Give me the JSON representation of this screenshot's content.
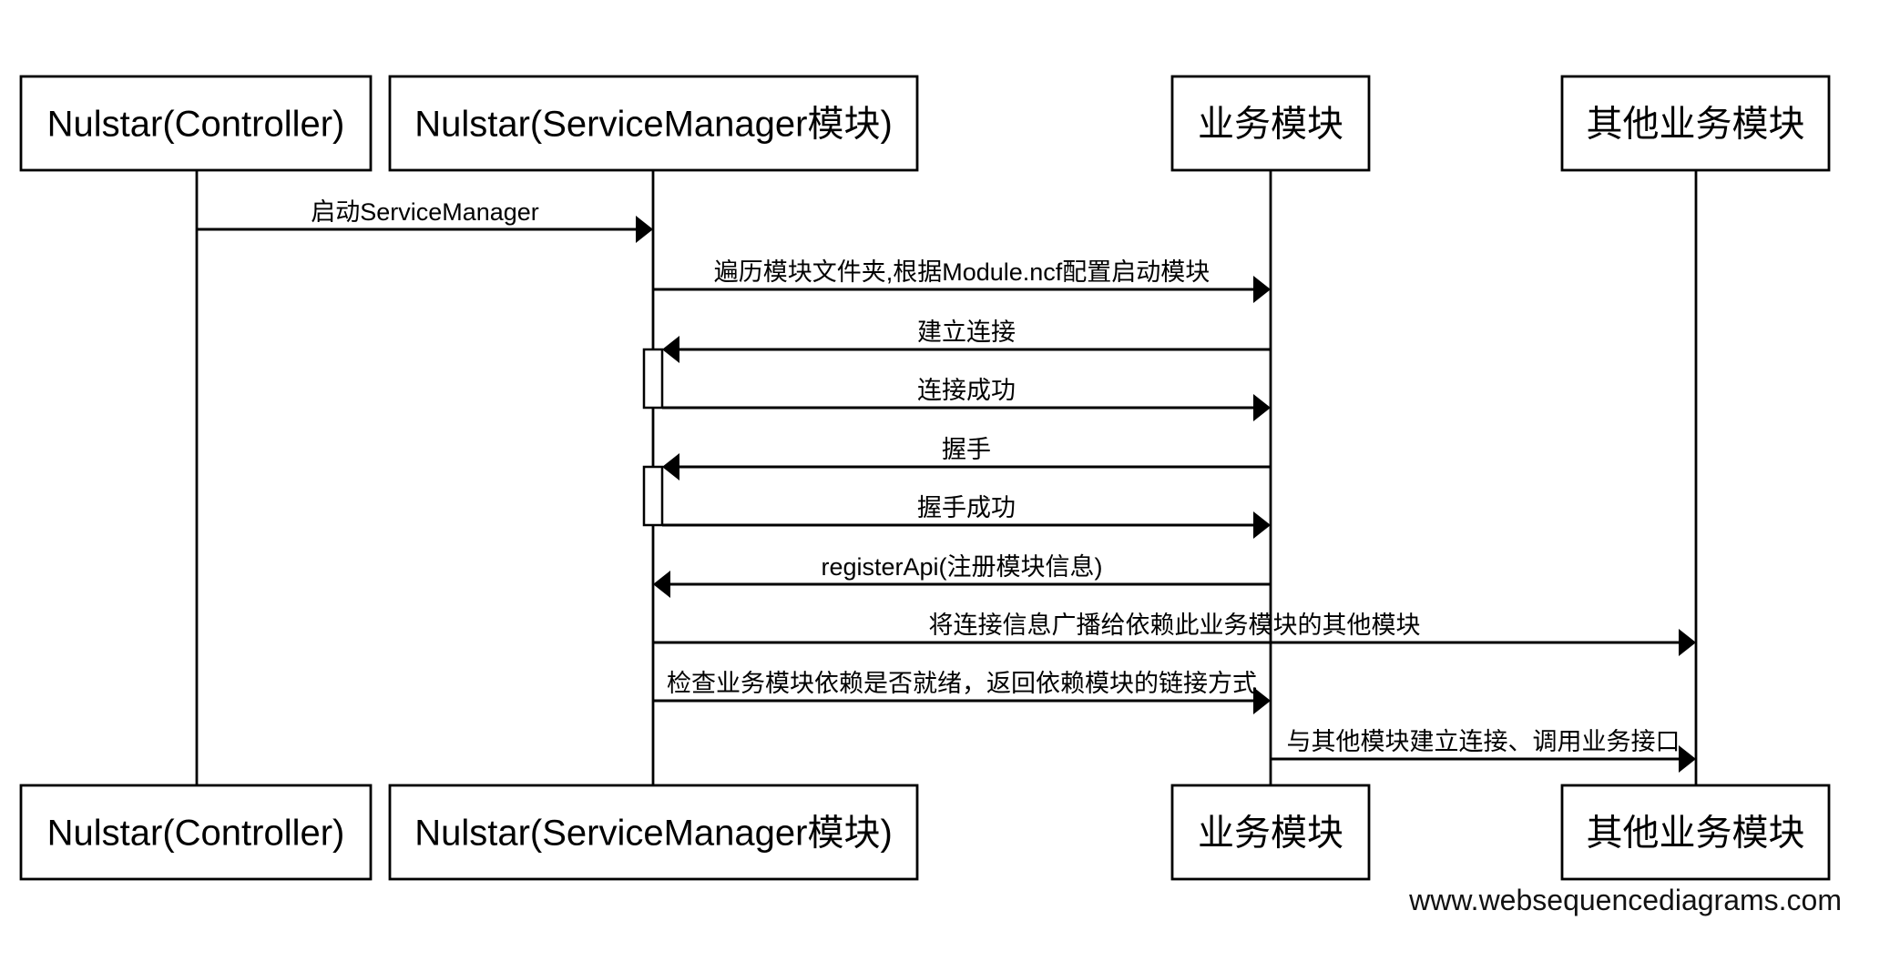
{
  "diagram": {
    "type": "sequence-diagram",
    "watermark": "www.websequencediagrams.com",
    "colors": {
      "background": "#ffffff",
      "line": "#000000",
      "text": "#000000",
      "watermark_text": "#121212",
      "box_fill": "#ffffff"
    },
    "participants": [
      {
        "id": "controller",
        "label": "Nulstar(Controller)"
      },
      {
        "id": "service-manager",
        "label": "Nulstar(ServiceManager模块)"
      },
      {
        "id": "business-module",
        "label": "业务模块"
      },
      {
        "id": "other-business-module",
        "label": "其他业务模块"
      }
    ],
    "messages": [
      {
        "from": "controller",
        "to": "service-manager",
        "label": "启动ServiceManager"
      },
      {
        "from": "service-manager",
        "to": "business-module",
        "label": "遍历模块文件夹,根据Module.ncf配置启动模块"
      },
      {
        "from": "business-module",
        "to": "service-manager",
        "label": "建立连接"
      },
      {
        "from": "service-manager",
        "to": "business-module",
        "label": "连接成功"
      },
      {
        "from": "business-module",
        "to": "service-manager",
        "label": "握手"
      },
      {
        "from": "service-manager",
        "to": "business-module",
        "label": "握手成功"
      },
      {
        "from": "business-module",
        "to": "service-manager",
        "label": "registerApi(注册模块信息)"
      },
      {
        "from": "service-manager",
        "to": "other-business-module",
        "label": "将连接信息广播给依赖此业务模块的其他模块"
      },
      {
        "from": "service-manager",
        "to": "business-module",
        "label": "检查业务模块依赖是否就绪，返回依赖模块的链接方式"
      },
      {
        "from": "business-module",
        "to": "other-business-module",
        "label": "与其他模块建立连接、调用业务接口"
      }
    ],
    "activations": [
      {
        "on": "service-manager",
        "from_message": "建立连接",
        "to_message": "连接成功"
      },
      {
        "on": "service-manager",
        "from_message": "握手",
        "to_message": "握手成功"
      }
    ]
  }
}
